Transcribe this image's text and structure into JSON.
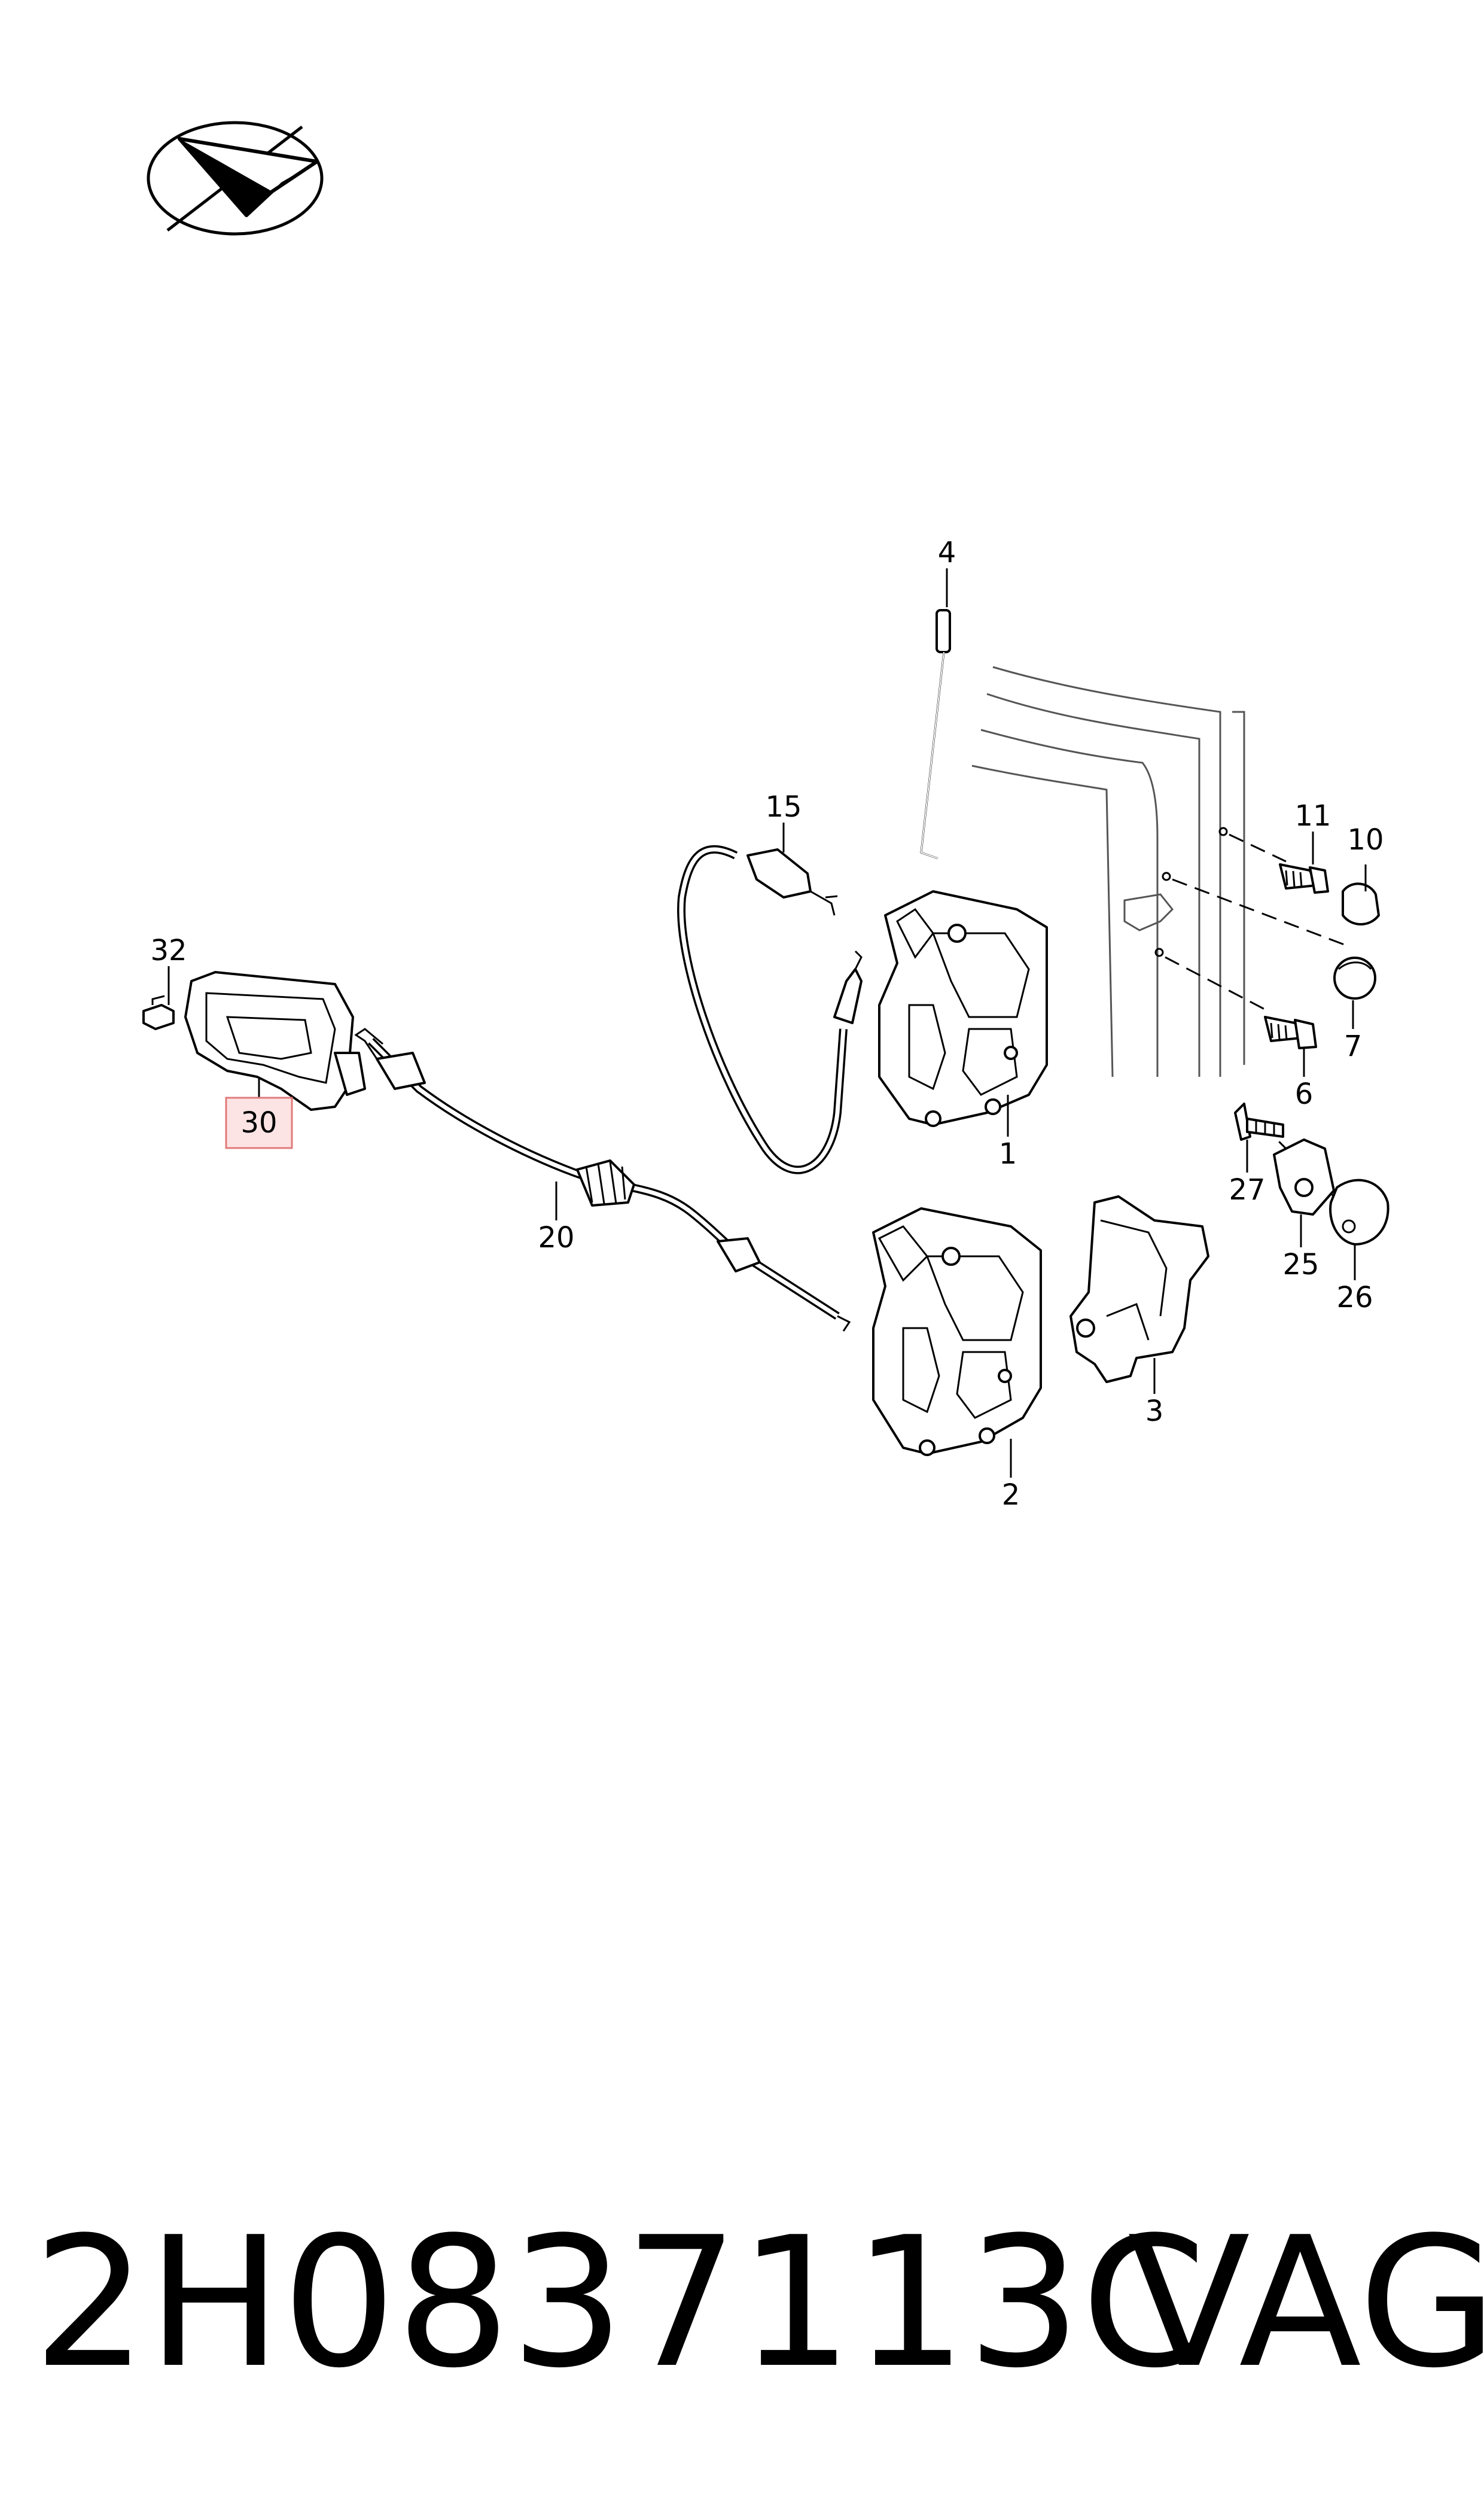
{
  "callouts": {
    "c1": "1",
    "c2": "2",
    "c3": "3",
    "c4": "4",
    "c6": "6",
    "c7": "7",
    "c10": "10",
    "c11": "11",
    "c15": "15",
    "c20": "20",
    "c25": "25",
    "c26": "26",
    "c27": "27",
    "c30": "30",
    "c32": "32"
  },
  "highlight": {
    "part": "30",
    "fill": "#fde4e4",
    "stroke": "#e07b7b"
  },
  "footer": {
    "part_number": "2H0837113C",
    "brand": "VAG"
  },
  "logo": {
    "icon": "paper-plane-logo-icon"
  }
}
